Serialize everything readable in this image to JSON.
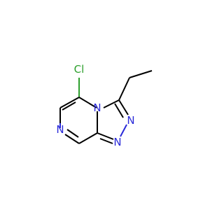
{
  "molecule": {
    "atoms": {
      "chlorine": "Cl",
      "n_pyrazine": "N",
      "n_bridgehead": "N",
      "n_triazole_2": "N",
      "n_triazole_1": "N"
    },
    "colors": {
      "carbon_bond": "#000000",
      "nitrogen": "#2a2ad9",
      "chlorine": "#2ea02e",
      "background": "#ffffff"
    }
  }
}
